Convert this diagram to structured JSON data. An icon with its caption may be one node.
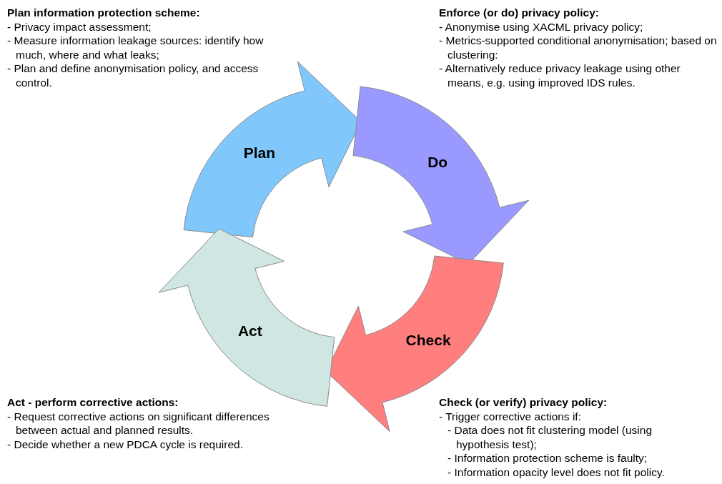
{
  "diagram": {
    "nodes": [
      {
        "text": [
          "Plan"
        ],
        "beside": [
          "Plan information protection scheme:",
          "- Privacy impact assessment;",
          "- Measure information leakage sources: identify how much, where and what leaks;",
          "- Plan and define anonymisation policy, and access control."
        ]
      },
      {
        "text": [
          "Do"
        ],
        "beside": [
          "Enforce (or do) privacy policy:",
          "- Anonymise using XACML privacy policy;",
          "- Metrics-supported conditional anonymisation; based on clustering:",
          "- Alternatively reduce privacy leakage using other means, e.g. using improved IDS rules."
        ]
      },
      {
        "text": [
          "Check"
        ],
        "beside": [
          "Check (or verify) privacy policy:",
          "- Trigger corrective actions if:",
          "- Data does not fit clustering model (using hypothesis test);",
          "- Information protection scheme is faulty;",
          "- Information opacity level does not fit policy."
        ]
      },
      {
        "text": [
          "Act"
        ],
        "beside": [
          "Act - perform corrective actions:",
          "- Request corrective actions on significant differences between actual and planned results.",
          "- Decide whether a new PDCA cycle is required."
        ]
      }
    ],
    "edges": []
  }
}
